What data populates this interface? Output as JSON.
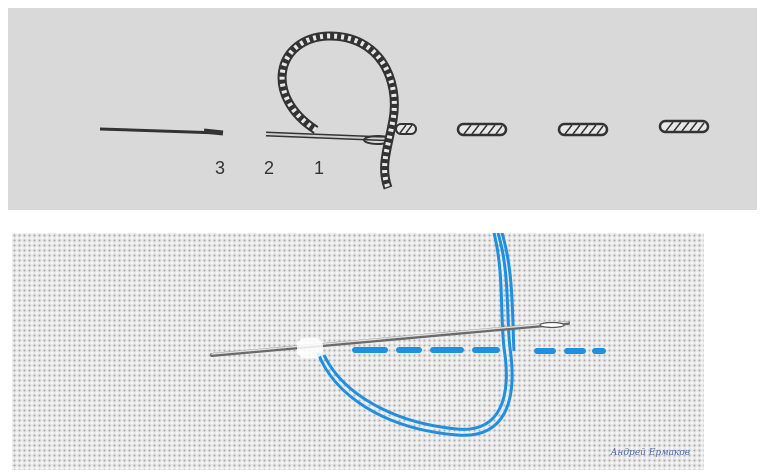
{
  "diagram": {
    "steps": [
      {
        "label": "3"
      },
      {
        "label": "2"
      },
      {
        "label": "1"
      }
    ]
  },
  "photo": {
    "thread_color": "#1f8fe0",
    "signature": "Андрей Ермаков"
  }
}
